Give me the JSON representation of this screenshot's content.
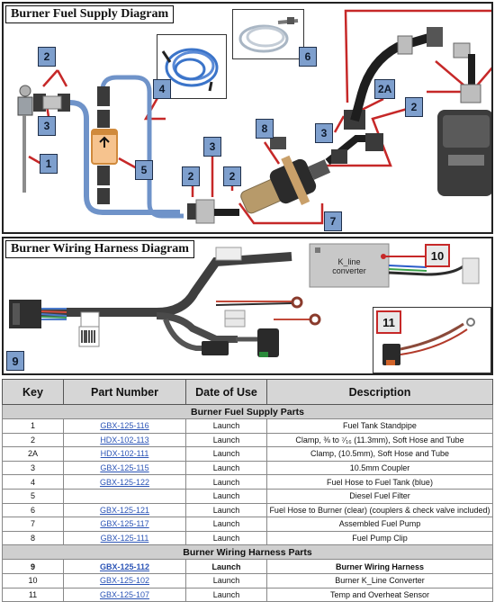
{
  "fuel_diagram": {
    "title": "Burner Fuel Supply Diagram",
    "callouts": {
      "c1": "1",
      "c2_left": "2",
      "c3_left": "3",
      "c4": "4",
      "c5": "5",
      "c3_mid": "3",
      "c2_mid_a": "2",
      "c2_mid_b": "2",
      "c8": "8",
      "c3_right": "3",
      "c2a": "2A",
      "c2_right": "2",
      "c6": "6",
      "c7": "7"
    }
  },
  "wiring_diagram": {
    "title": "Burner Wiring Harness Diagram",
    "converter_text_1": "K_line",
    "converter_text_2": "converter",
    "callouts": {
      "c9": "9",
      "c10": "10",
      "c11": "11"
    }
  },
  "parts_table": {
    "headers": [
      "Key",
      "Part Number",
      "Date of Use",
      "Description"
    ],
    "section_fuel": "Burner Fuel Supply Parts",
    "fuel_rows": [
      {
        "key": "1",
        "part": "GBX-125-116",
        "date": "Launch",
        "desc": "Fuel Tank Standpipe"
      },
      {
        "key": "2",
        "part": "HDX-102-113",
        "date": "Launch",
        "desc": "Clamp, ⅜ to ⁷⁄₁₆ (11.3mm), Soft Hose and Tube"
      },
      {
        "key": "2A",
        "part": "HDX-102-111",
        "date": "Launch",
        "desc": "Clamp, (10.5mm), Soft Hose and Tube"
      },
      {
        "key": "3",
        "part": "GBX-125-115",
        "date": "Launch",
        "desc": "10.5mm Coupler"
      },
      {
        "key": "4",
        "part": "GBX-125-122",
        "date": "Launch",
        "desc": "Fuel Hose to Fuel Tank (blue)"
      },
      {
        "key": "5",
        "part": "",
        "date": "Launch",
        "desc": "Diesel Fuel Filter"
      },
      {
        "key": "6",
        "part": "GBX-125-121",
        "date": "Launch",
        "desc": "Fuel Hose to Burner (clear) (couplers & check valve included)"
      },
      {
        "key": "7",
        "part": "GBX-125-117",
        "date": "Launch",
        "desc": "Assembled Fuel Pump"
      },
      {
        "key": "8",
        "part": "GBX-125-111",
        "date": "Launch",
        "desc": "Fuel Pump Clip"
      }
    ],
    "section_wiring": "Burner Wiring Harness Parts",
    "wiring_rows": [
      {
        "key": "9",
        "part": "GBX-125-112",
        "date": "Launch",
        "desc": "Burner Wiring Harness"
      },
      {
        "key": "10",
        "part": "GBX-125-102",
        "date": "Launch",
        "desc": "Burner K_Line Converter"
      },
      {
        "key": "11",
        "part": "GBX-125-107",
        "date": "Launch",
        "desc": "Temp and Overheat Sensor"
      }
    ]
  }
}
